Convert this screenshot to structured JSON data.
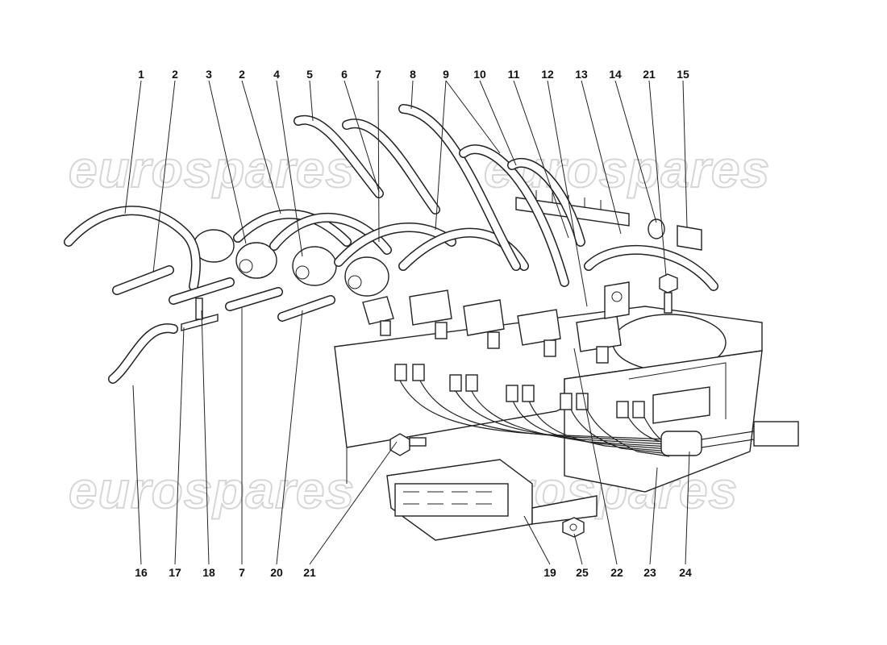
{
  "callouts_top": [
    "1",
    "2",
    "3",
    "2",
    "4",
    "5",
    "6",
    "7",
    "8",
    "9",
    "10",
    "11",
    "12",
    "13",
    "14",
    "21",
    "15"
  ],
  "callouts_bottom": [
    "16",
    "17",
    "18",
    "7",
    "20",
    "21",
    "19",
    "25",
    "22",
    "23",
    "24"
  ],
  "watermark": "eurospares",
  "colors": {
    "ink": "#222222",
    "watermark": "#d6d6d6",
    "background": "#ffffff"
  }
}
